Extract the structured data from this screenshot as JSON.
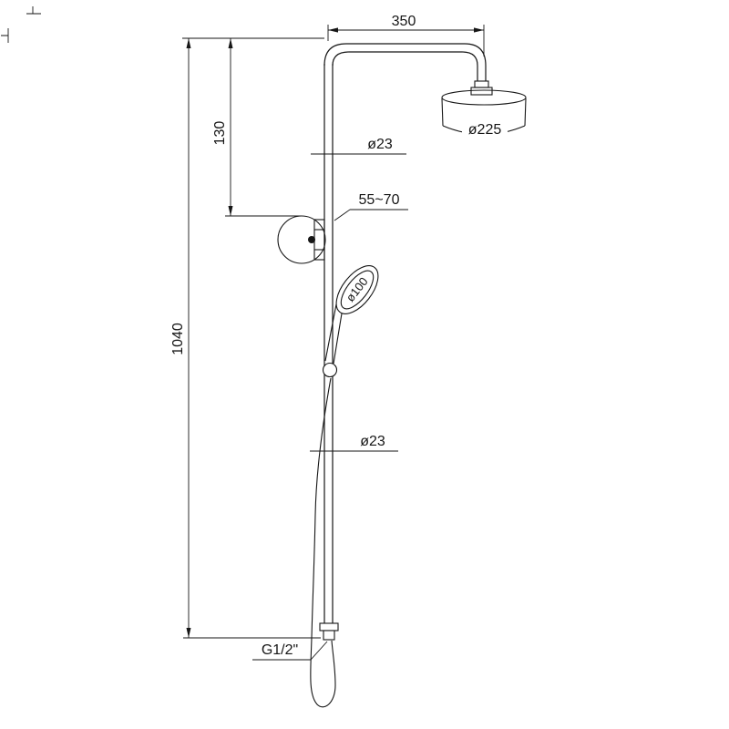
{
  "labels": {
    "dim_350": "350",
    "dim_head": "ø225",
    "dim_pipe_upper": "ø23",
    "dim_bracket": "55~70",
    "dim_hand_shower": "ø100",
    "dim_130": "130",
    "dim_1040": "1040",
    "dim_pipe_lower": "ø23",
    "dim_thread": "G1/2\""
  }
}
